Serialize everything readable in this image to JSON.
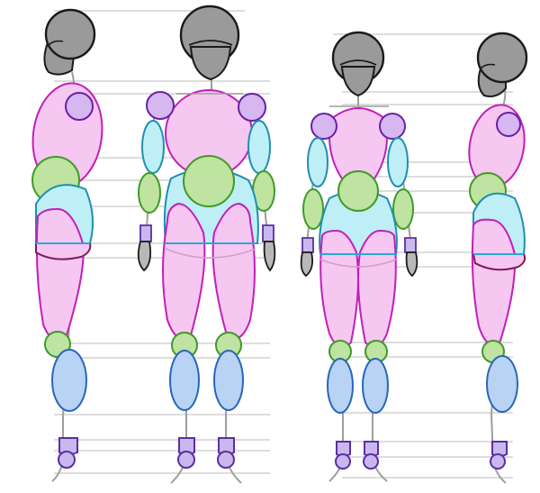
{
  "diagram": {
    "kind": "figure-proportion-construction",
    "views": [
      "side",
      "front",
      "front",
      "side"
    ],
    "colors": {
      "background": "#ffffff",
      "guideline": "#cfcfcf",
      "spine": "#9e9e9e",
      "head_fill": "#9a9a9a",
      "head_stroke": "#1a1a1a",
      "torso_fill": "#f6c7f0",
      "torso_stroke": "#c21fb8",
      "joint_fill": "#bfe3a0",
      "joint_stroke": "#3e9a2a",
      "pelvis_fill": "#bfeff6",
      "pelvis_stroke": "#1f8fb0",
      "shoulder_fill": "#d6b7f0",
      "shoulder_stroke": "#6a1fa8",
      "calf_fill": "#b9d3f4",
      "calf_stroke": "#2866b8",
      "hand_fill": "#b8b8b8",
      "foot_fill": "#c9b8ee",
      "foot_stroke": "#5a2fa0"
    }
  }
}
